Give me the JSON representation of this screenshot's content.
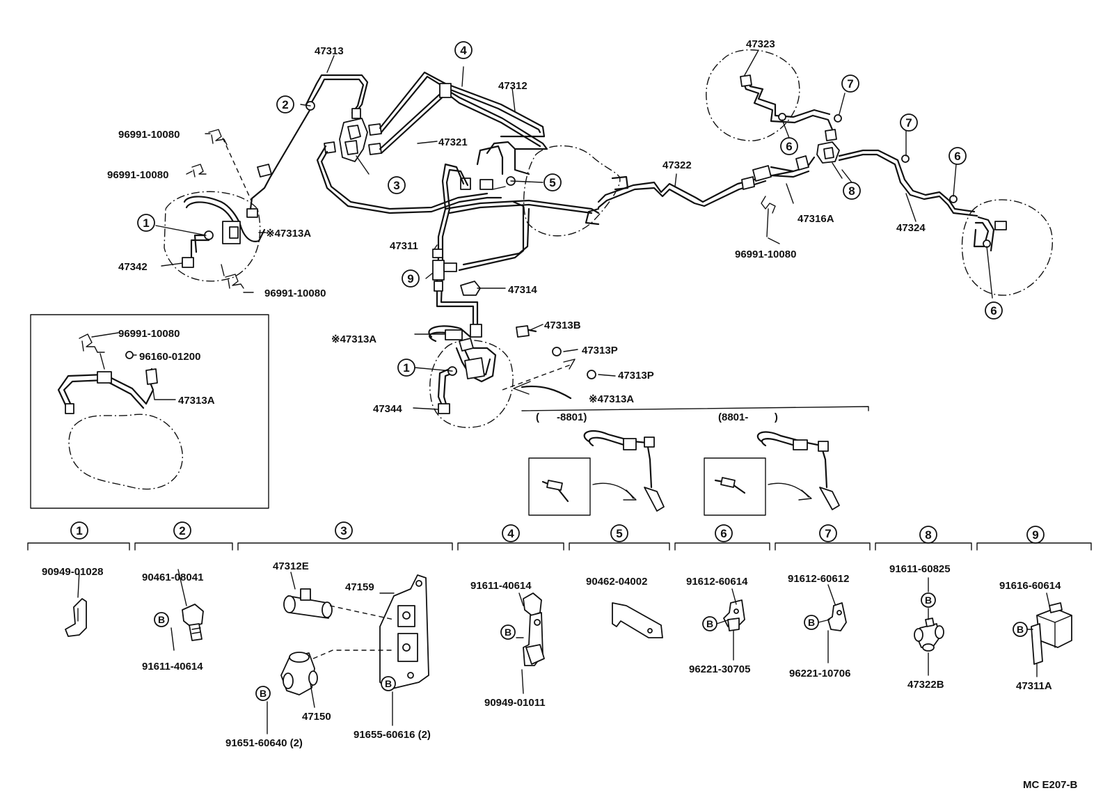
{
  "callouts": {
    "p47313": "47313",
    "p47312": "47312",
    "p47321": "47321",
    "p47322": "47322",
    "p47323": "47323",
    "p47311": "47311",
    "p47314": "47314",
    "p47316A": "47316A",
    "p47324": "47324",
    "p47342": "47342",
    "p47344": "47344",
    "p47313A_top": "※47313A",
    "p47313A_mid": "※47313A",
    "p47313A_low": "※47313A",
    "p47313B": "47313B",
    "p47313P_1": "47313P",
    "p47313P_2": "47313P",
    "clip_tl1": "96991-10080",
    "clip_tl2": "96991-10080",
    "clip_tl3": "96991-10080",
    "clip_right": "96991-10080",
    "inset_clip": "96991-10080",
    "inset_96160": "96160-01200",
    "inset_47313A": "47313A"
  },
  "circles": {
    "c1": "1",
    "c2": "2",
    "c3": "3",
    "c4": "4",
    "c5": "5",
    "c6": "6",
    "c7": "7",
    "c8": "8",
    "c9": "9"
  },
  "periods": {
    "before": "(      -8801)",
    "after": "(8801-         )"
  },
  "parts_table": {
    "headers": [
      "1",
      "2",
      "3",
      "4",
      "5",
      "6",
      "7",
      "8",
      "9"
    ],
    "col1": {
      "top": "90949-01028"
    },
    "col2": {
      "top": "90461-08041",
      "bottom": "91611-40614"
    },
    "col3": {
      "a": "47312E",
      "b": "47159",
      "c": "47150",
      "d": "91651-60640 (2)",
      "e": "91655-60616 (2)"
    },
    "col4": {
      "top": "91611-40614",
      "bottom": "90949-01011"
    },
    "col5": {
      "top": "90462-04002"
    },
    "col6": {
      "top": "91612-60614",
      "bottom": "96221-30705"
    },
    "col7": {
      "top": "91612-60612",
      "bottom": "96221-10706"
    },
    "col8": {
      "top": "91611-60825",
      "bottom": "47322B"
    },
    "col9": {
      "top": "91616-60614",
      "bottom": "47311A"
    }
  },
  "bolt_symbol": "B",
  "diagram_code": "MC E207-B"
}
